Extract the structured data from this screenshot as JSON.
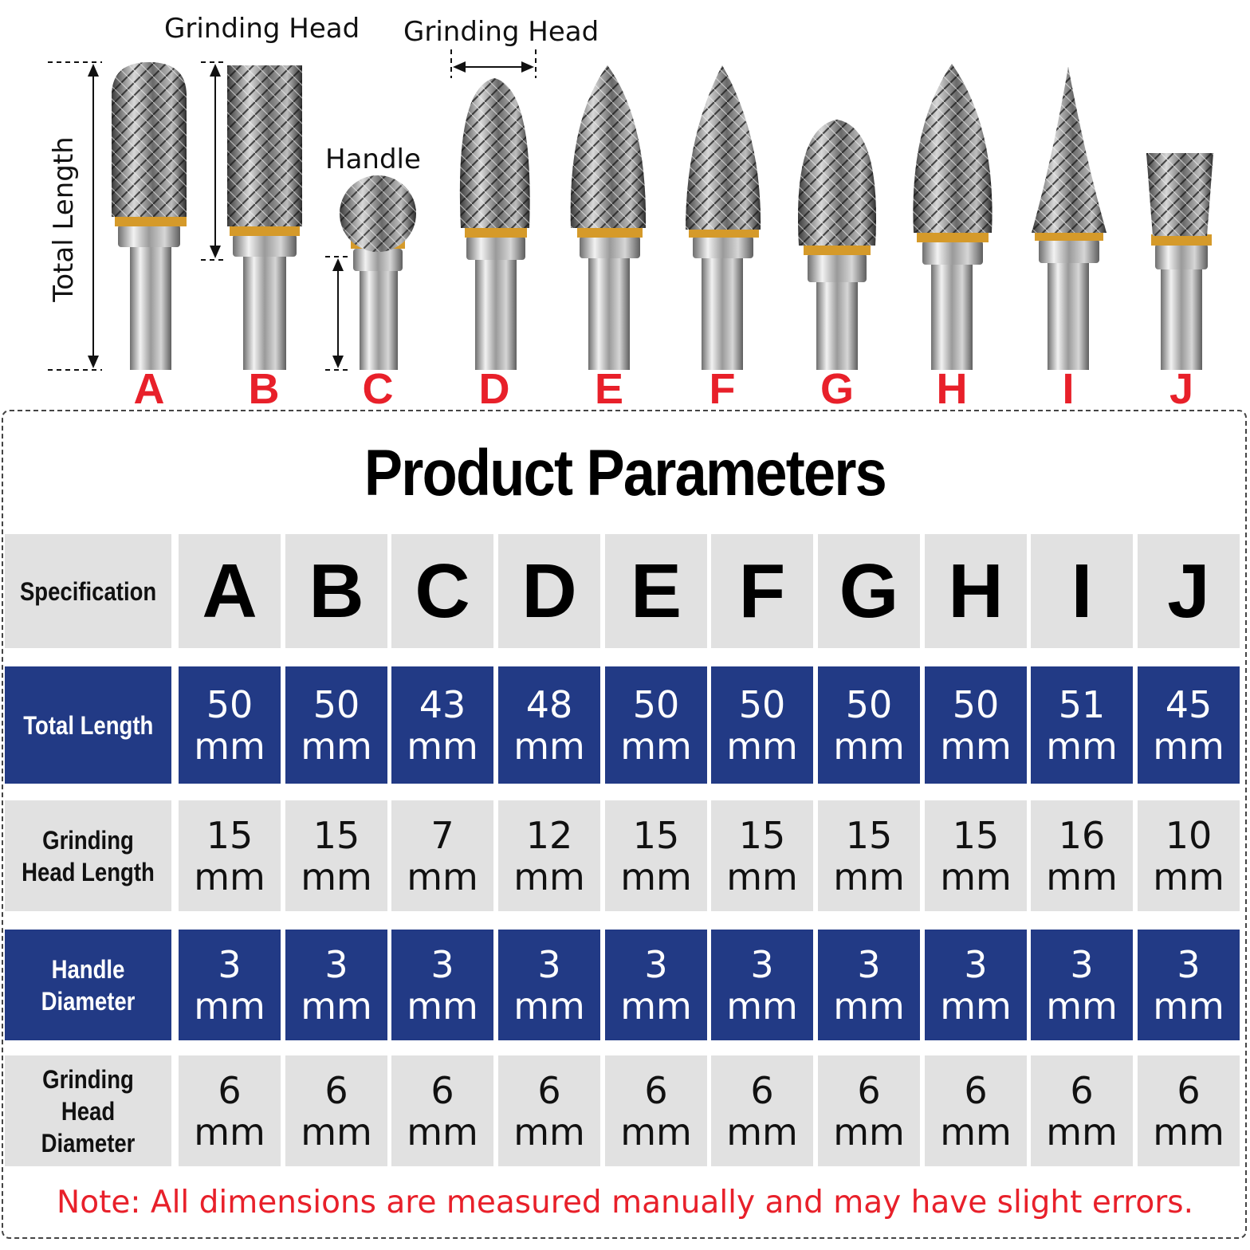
{
  "diagram": {
    "labels": {
      "total_length": "Total Length",
      "grinding_head_1": "Grinding Head",
      "grinding_head_2": "Grinding Head",
      "handle": "Handle"
    },
    "letters": [
      "A",
      "B",
      "C",
      "D",
      "E",
      "F",
      "G",
      "H",
      "I",
      "J"
    ],
    "letter_color": "#e8202a"
  },
  "params": {
    "title": "Product Parameters",
    "header_label": "Specification",
    "columns": [
      "A",
      "B",
      "C",
      "D",
      "E",
      "F",
      "G",
      "H",
      "I",
      "J"
    ],
    "unit": "mm",
    "rows": [
      {
        "label": "Total Length",
        "values": [
          "50",
          "50",
          "43",
          "48",
          "50",
          "50",
          "50",
          "50",
          "51",
          "45"
        ]
      },
      {
        "label": "Grinding Head Length",
        "values": [
          "15",
          "15",
          "7",
          "12",
          "15",
          "15",
          "15",
          "15",
          "16",
          "10"
        ]
      },
      {
        "label": "Handle Diameter",
        "values": [
          "3",
          "3",
          "3",
          "3",
          "3",
          "3",
          "3",
          "3",
          "3",
          "3"
        ]
      },
      {
        "label": "Grinding Head Diameter",
        "values": [
          "6",
          "6",
          "6",
          "6",
          "6",
          "6",
          "6",
          "6",
          "6",
          "6"
        ]
      }
    ],
    "colors": {
      "blue_row": "#223a85",
      "grey_row": "#e1e1e1"
    }
  },
  "note": "Note: All dimensions are measured manually and may have slight errors."
}
